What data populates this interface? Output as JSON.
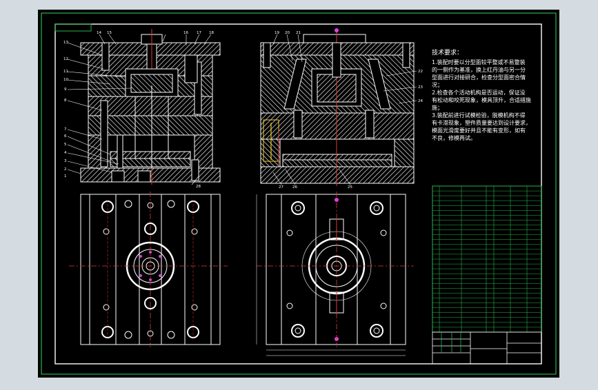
{
  "colors": {
    "chrome": "#d4dbe1",
    "paper": "#000000",
    "frame": "#ffffff",
    "border_green": "#2ab54a",
    "center_line": "#e23b3b",
    "hatch": "#cfcfcf",
    "accent_yellow": "#f0d020",
    "accent_magenta": "#e040e0",
    "table_green": "#2ab54a"
  },
  "callouts_top_left": [
    "14",
    "15",
    "16",
    "17",
    "18"
  ],
  "callouts_left_side": [
    "13",
    "12",
    "11",
    "10",
    "9",
    "8",
    "7",
    "6",
    "5",
    "4",
    "3",
    "2",
    "1"
  ],
  "callouts_bottom_left": [
    "28"
  ],
  "callouts_top_right": [
    "19",
    "20",
    "21"
  ],
  "callouts_right_side": [
    "22",
    "23",
    "24"
  ],
  "callouts_bottom_right": [
    "27",
    "26",
    "25"
  ],
  "tech_notes": {
    "heading": "技术要求：",
    "lines": [
      "1.装配时要以分型面较平整或不易蹩装",
      "的一侧作为基准，换上红丹油与另一分",
      "型面进行对接研合，检查分型面密合情",
      "况；",
      "2.检查各个活动机构是否运动，保证没",
      "有松动和咬死现象，模具顶升，合适措施",
      "施；",
      "3.装配前进行试模检验，脱模机构不得",
      "有卡滞现象，塑件质量要达到设计要求，",
      "模面光滑度要好并且不能有变形，如有",
      "不良，修模再试。"
    ]
  },
  "bom_row_count": 30,
  "icons": {
    "drawing": "cad-mold-assembly-drawing"
  }
}
